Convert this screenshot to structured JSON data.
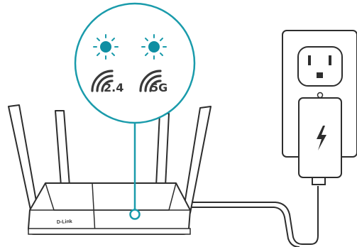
{
  "colors": {
    "accent": "#1a9bab",
    "led_on": "#0f8ea2",
    "outline": "#2d2d2d",
    "fill": "#ffffff"
  },
  "router": {
    "brand_label": "D-Link"
  },
  "callout": {
    "band_24": {
      "label": "2.4",
      "icon": "wifi-signal-icon",
      "led": "on"
    },
    "band_5": {
      "label": "5G",
      "icon": "wifi-signal-icon",
      "led": "on"
    }
  },
  "outlet": {
    "icon": "wall-outlet-icon"
  },
  "adapter": {
    "icon": "lightning-bolt-icon"
  }
}
